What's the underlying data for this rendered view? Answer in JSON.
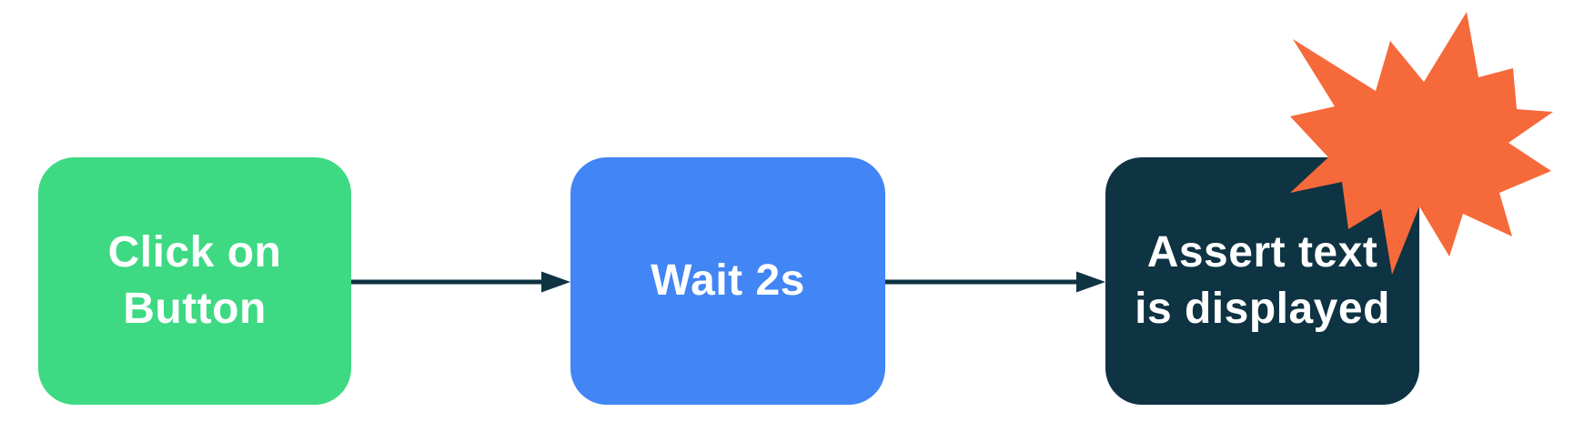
{
  "diagram": {
    "description": "Test automation flowchart with three steps connected by arrows",
    "background_color": "#FFFFFF",
    "arrow_color": "#0E3343",
    "nodes": [
      {
        "label": "Click on Button",
        "lines": [
          "Click on",
          "Button"
        ],
        "color": "#3ED983",
        "text_color": "#FFFFFF"
      },
      {
        "label": "Wait 2s",
        "lines": [
          "Wait 2s"
        ],
        "color": "#4285F4",
        "text_color": "#FFFFFF"
      },
      {
        "label": "Assert text is displayed",
        "lines": [
          "Assert text",
          "is displayed"
        ],
        "color": "#0E3343",
        "text_color": "#FFFFFF"
      }
    ],
    "connectors": [
      {
        "from": "Click on Button",
        "to": "Wait 2s"
      },
      {
        "from": "Wait 2s",
        "to": "Assert text is displayed"
      }
    ],
    "burst": {
      "color": "#F6693B"
    }
  }
}
